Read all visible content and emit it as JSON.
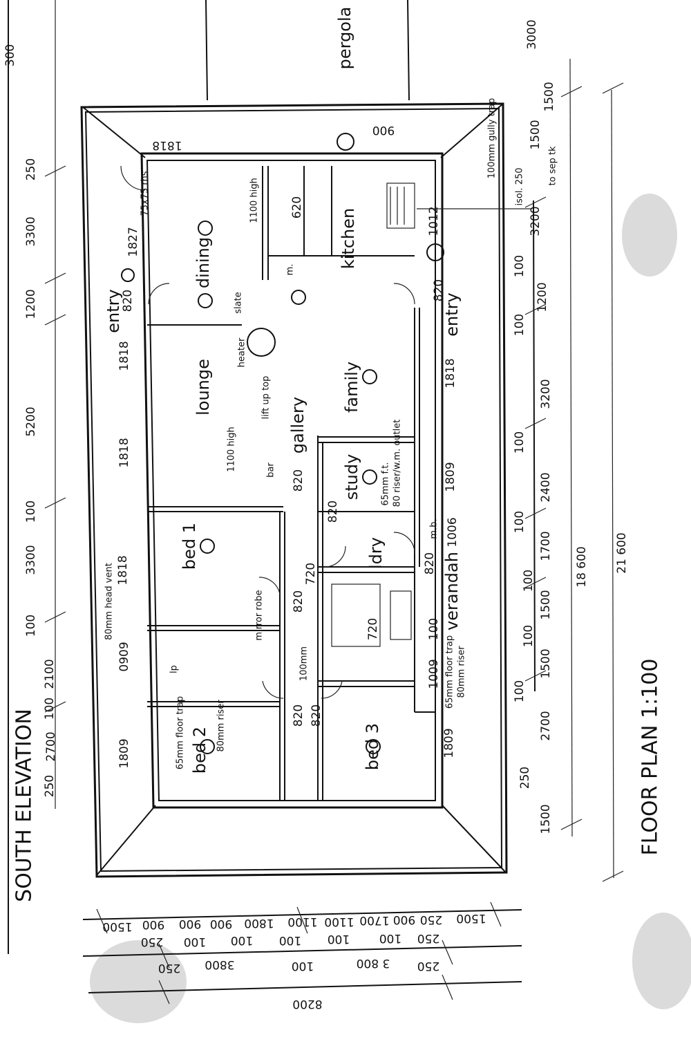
{
  "title": "FLOOR PLAN 1:100",
  "elevation_label": "SOUTH ELEVATION",
  "pergola": "pergola",
  "rooms": {
    "dining": "dining",
    "kitchen": "kitchen",
    "lounge": "lounge",
    "family": "family",
    "gallery": "gallery",
    "study": "study",
    "bed1": "bed 1",
    "bed2": "bed 2",
    "bed3": "bed 3",
    "ldry": "ldry",
    "verandah": "verandah",
    "entry_front": "entry",
    "entry_rear": "entry"
  },
  "notes": {
    "slate": "slate",
    "heater": "heater",
    "lift_up_top": "lift up top",
    "high_1100_lounge": "1100 high",
    "high_1100_kitchen": "1100 high",
    "bar": "bar",
    "mirror_robe": "mirror robe",
    "head_vent": "80mm head vent",
    "rhs": "75x75 rhs",
    "gully_trap": "100mm gully trap",
    "isol": "isol. 250",
    "to_sep_tk": "to sep tk",
    "floor_trap_ldry": "65mm floor trap",
    "riser_ldry": "80mm riser",
    "floor_trap_study": "65mm f.t.",
    "riser_study": "80 riser/w.m. outlet",
    "floor_trap_bed2": "65mm floor trap",
    "riser_bed2": "80mm riser",
    "lp": "lp",
    "mb": "m.b.",
    "m": "m.",
    "mm100": "100mm"
  },
  "openings": {
    "d1818_top": "1818",
    "d900_top": "900",
    "d1827": "1827",
    "d820_entry": "820",
    "d1818_lounge_a": "1818",
    "d1818_lounge_b": "1818",
    "d1818_bed1": "1818",
    "d0909": "0909",
    "d1809_bed2": "1809",
    "d620": "620",
    "d1012": "1012",
    "d820_rear": "820",
    "d1818_family": "1818",
    "d1809_study": "1809",
    "d1006": "1006",
    "d1809_bed3": "1809",
    "d820_gallery": "820",
    "d820_study": "820",
    "d720_a": "720",
    "d720_b": "720",
    "d820_bed1": "820",
    "d820_bed2": "820",
    "d820_bed3": "820",
    "d820_ldry": "820",
    "d100_ldry": "100",
    "d1009": "1009"
  },
  "left_dims": [
    "300",
    "250",
    "3300",
    "1200",
    "5200",
    "100",
    "3300",
    "100",
    "2100",
    "100",
    "2700",
    "250"
  ],
  "right_dims": [
    "3000",
    "1500",
    "3200",
    "100",
    "1200",
    "100",
    "3200",
    "100",
    "2400",
    "100",
    "1700",
    "100",
    "1500",
    "100",
    "1500",
    "100",
    "2700",
    "250",
    "1500",
    "1500"
  ],
  "overall_dims": [
    "18 600",
    "21 600"
  ],
  "bottom_dims_row1": [
    "1500",
    "900",
    "900",
    "900",
    "1800",
    "1100",
    "1100",
    "1700",
    "900",
    "250",
    "1500"
  ],
  "bottom_dims_row2": [
    "250",
    "100",
    "100",
    "100",
    "100",
    "100",
    "250"
  ],
  "bottom_dims_row3": [
    "250",
    "3800",
    "100",
    "3 800",
    "250"
  ],
  "bottom_total": "8200"
}
